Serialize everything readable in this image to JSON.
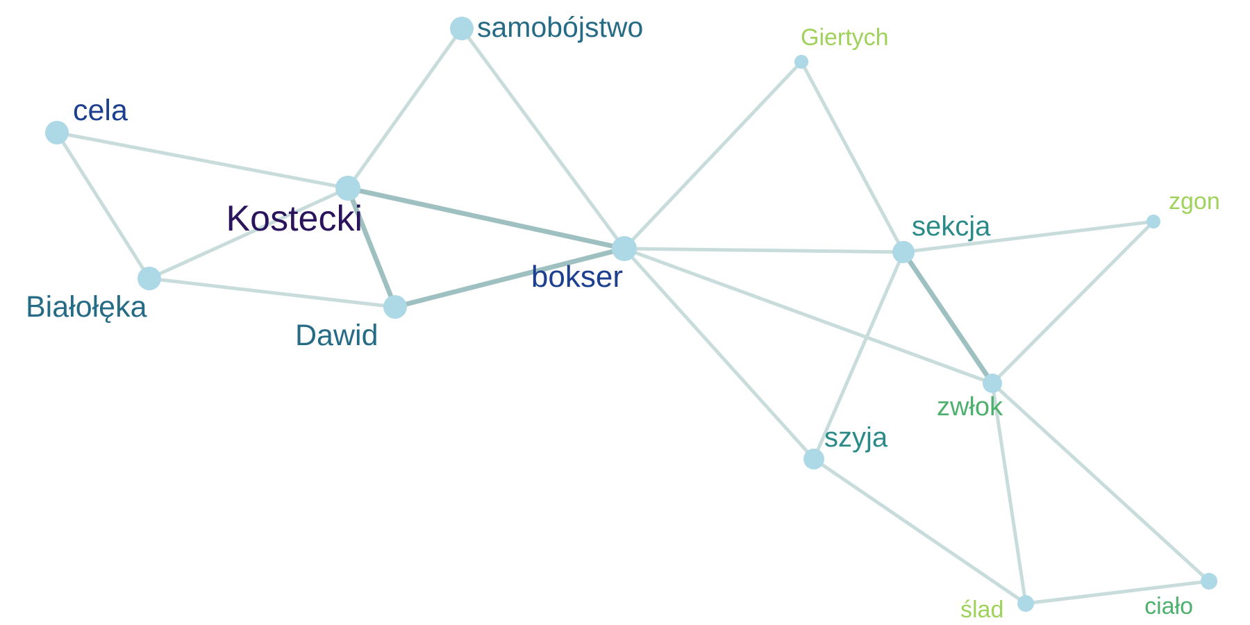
{
  "nodes": [
    {
      "id": "samobojstwo",
      "label": "samobójstwo",
      "color": "#266b85",
      "size": "large"
    },
    {
      "id": "giertych",
      "label": "Giertych",
      "color": "#9fd25a",
      "size": "small"
    },
    {
      "id": "cela",
      "label": "cela",
      "color": "#1d3f8f",
      "size": "large"
    },
    {
      "id": "kostecki",
      "label": "Kostecki",
      "color": "#2a145c",
      "size": "large"
    },
    {
      "id": "zgon",
      "label": "zgon",
      "color": "#9fd25a",
      "size": "small"
    },
    {
      "id": "sekcja",
      "label": "sekcja",
      "color": "#2a8a87",
      "size": "medium"
    },
    {
      "id": "bokser",
      "label": "bokser",
      "color": "#1d3f8f",
      "size": "large"
    },
    {
      "id": "bialoleka",
      "label": "Białołęka",
      "color": "#266b85",
      "size": "large"
    },
    {
      "id": "dawid",
      "label": "Dawid",
      "color": "#266b85",
      "size": "large"
    },
    {
      "id": "zwlok",
      "label": "zwłok",
      "color": "#4eb06d",
      "size": "medium"
    },
    {
      "id": "szyja",
      "label": "szyja",
      "color": "#2a8a87",
      "size": "medium"
    },
    {
      "id": "slad",
      "label": "ślad",
      "color": "#9fd25a",
      "size": "small"
    },
    {
      "id": "cialo",
      "label": "ciało",
      "color": "#4eb06d",
      "size": "small"
    }
  ],
  "edges": [
    {
      "source": "cela",
      "target": "kostecki",
      "weight": 1
    },
    {
      "source": "cela",
      "target": "bialoleka",
      "weight": 1
    },
    {
      "source": "bialoleka",
      "target": "kostecki",
      "weight": 1
    },
    {
      "source": "bialoleka",
      "target": "dawid",
      "weight": 1
    },
    {
      "source": "kostecki",
      "target": "samobojstwo",
      "weight": 1
    },
    {
      "source": "kostecki",
      "target": "dawid",
      "weight": 2
    },
    {
      "source": "kostecki",
      "target": "bokser",
      "weight": 2
    },
    {
      "source": "dawid",
      "target": "bokser",
      "weight": 2
    },
    {
      "source": "samobojstwo",
      "target": "bokser",
      "weight": 1
    },
    {
      "source": "bokser",
      "target": "giertych",
      "weight": 1
    },
    {
      "source": "bokser",
      "target": "sekcja",
      "weight": 1
    },
    {
      "source": "bokser",
      "target": "zwlok",
      "weight": 1
    },
    {
      "source": "bokser",
      "target": "szyja",
      "weight": 1
    },
    {
      "source": "giertych",
      "target": "sekcja",
      "weight": 1
    },
    {
      "source": "sekcja",
      "target": "zgon",
      "weight": 1
    },
    {
      "source": "sekcja",
      "target": "zwlok",
      "weight": 2
    },
    {
      "source": "sekcja",
      "target": "szyja",
      "weight": 1
    },
    {
      "source": "zgon",
      "target": "zwlok",
      "weight": 1
    },
    {
      "source": "zwlok",
      "target": "slad",
      "weight": 1
    },
    {
      "source": "zwlok",
      "target": "cialo",
      "weight": 1
    },
    {
      "source": "szyja",
      "target": "slad",
      "weight": 1
    },
    {
      "source": "slad",
      "target": "cialo",
      "weight": 1
    }
  ],
  "colors": {
    "node_fill": "#add8e6",
    "edge_normal": "#c9dcdc",
    "edge_strong": "#9fc0c0"
  }
}
